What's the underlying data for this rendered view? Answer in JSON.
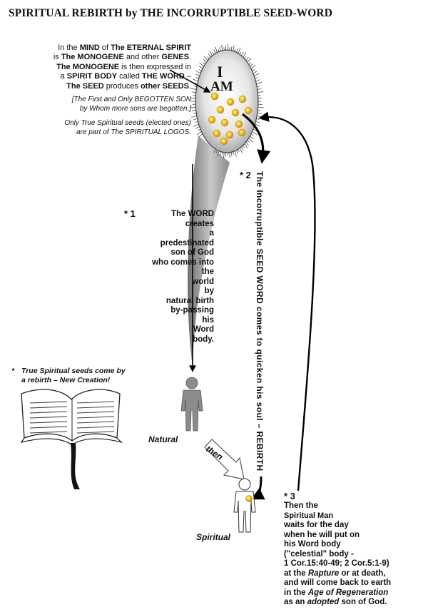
{
  "title": "SPIRITUAL REBIRTH by THE INCORRUPTIBLE SEED-WORD",
  "intro": {
    "l1a": "In the ",
    "l1b": "MIND",
    "l1c": " of ",
    "l1d": "The ETERNAL SPIRIT",
    "l2a": "is ",
    "l2b": "The MONOGENE",
    "l2c": " and other ",
    "l2d": "GENES",
    "l3a": "The MONOGENE",
    "l3b": " is then expressed in",
    "l4a": "a ",
    "l4b": "SPIRIT BODY",
    "l4c": " called ",
    "l4d": "THE WORD",
    "l5a": "The SEED",
    "l5b": " produces ",
    "l5c": "other SEEDS"
  },
  "begotten": {
    "line1": "[The First and Only BEGOTTEN SON",
    "line2": "by Whom more sons are begotten.]"
  },
  "true_seeds": {
    "line1": "Only True Spiritual seeds (elected ones)",
    "line2": "are part of The SPIRITUAL LOGOS."
  },
  "i_am": {
    "i": "I",
    "am": "AM"
  },
  "note1": {
    "number": "* 1",
    "lines": [
      "The WORD",
      "creates",
      "a",
      "predestinated",
      "son of God",
      "who comes into",
      "the",
      "world",
      "by",
      "natural birth",
      "by-passing",
      "his",
      "Word",
      "body."
    ]
  },
  "note2": {
    "number": "* 2",
    "vertical_text": "The Incorruptible SEED WORD comes to quicken his soul – REBIRTH"
  },
  "note_rebirth": {
    "star": "*",
    "line1": "True Spiritual seeds come by",
    "line2": "a rebirth – New Creation!"
  },
  "labels": {
    "natural": "Natural",
    "then": "then",
    "spiritual": "Spiritual"
  },
  "note3": {
    "number": "* 3",
    "l1": "Then the",
    "l2": "Spiritual Man",
    "l3": "waits for the day",
    "l4": "when he will put on",
    "l5": "his Word body",
    "l6": "(\"celestial\" body -",
    "l7": "1 Cor.15:40-49; 2 Cor.5:1-9)",
    "l8a": "at the ",
    "l8b": "Rapture",
    "l8c": " or at death,",
    "l9": "and will come back to earth",
    "l10a": "in the ",
    "l10b": "Age of Regeneration",
    "l11a": "as an ",
    "l11b": "adopted",
    "l11c": " son of God."
  },
  "colors": {
    "seed_gold": "#f2c21a",
    "figure_gray": "#8c8c8c",
    "arrow_black": "#000000"
  },
  "icons": [
    "seed-body-icon",
    "natural-man-icon",
    "spiritual-man-icon",
    "open-bible-icon"
  ]
}
